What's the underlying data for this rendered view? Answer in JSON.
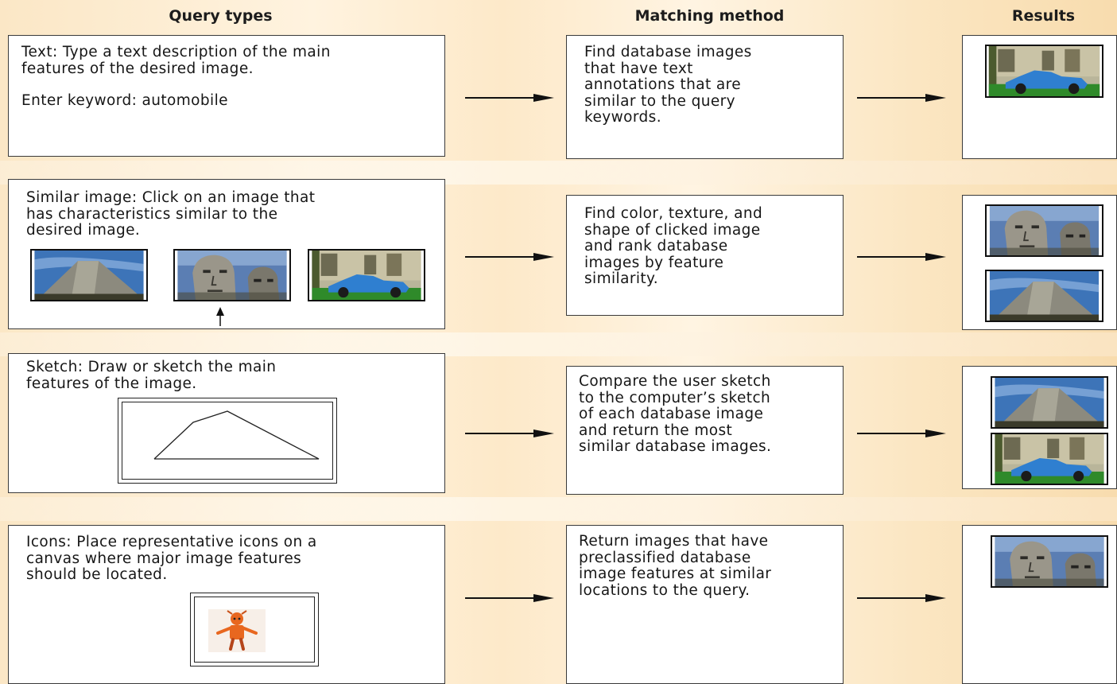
{
  "headers": {
    "query_types": "Query types",
    "matching_method": "Matching method",
    "results": "Results"
  },
  "rows": [
    {
      "query": "Text: Type a text description of the main\nfeatures of the desired image.",
      "query_extra": "Enter keyword: automobile",
      "method": "Find database images\nthat have text\nannotations that are\nsimilar to the query\nkeywords."
    },
    {
      "query": "Similar image: Click on an image that\nhas characteristics similar to the\ndesired image.",
      "method": "Find color, texture, and\nshape of clicked image\nand rank database\nimages by feature\nsimilarity."
    },
    {
      "query": "Sketch: Draw or sketch the main\nfeatures of the image.",
      "method": "Compare the user sketch\nto the computer’s sketch\nof each database image\nand return the most\nsimilar database images."
    },
    {
      "query": "Icons: Place representative icons on a\ncanvas where major image features\nshould be located.",
      "method": "Return images that have\npreclassified database\nimage features at similar\nlocations to the query."
    }
  ],
  "colors": {
    "sky": "#3d74b8",
    "car": "#2f7fd0",
    "grass": "#2f8a2a",
    "stone": "#8c8a7e",
    "icon_figure": "#e8671f"
  },
  "icons": {
    "pyramid": "pyramid-photo",
    "car": "car-photo",
    "faces": "rushmore-photo",
    "figure": "person-icon"
  }
}
